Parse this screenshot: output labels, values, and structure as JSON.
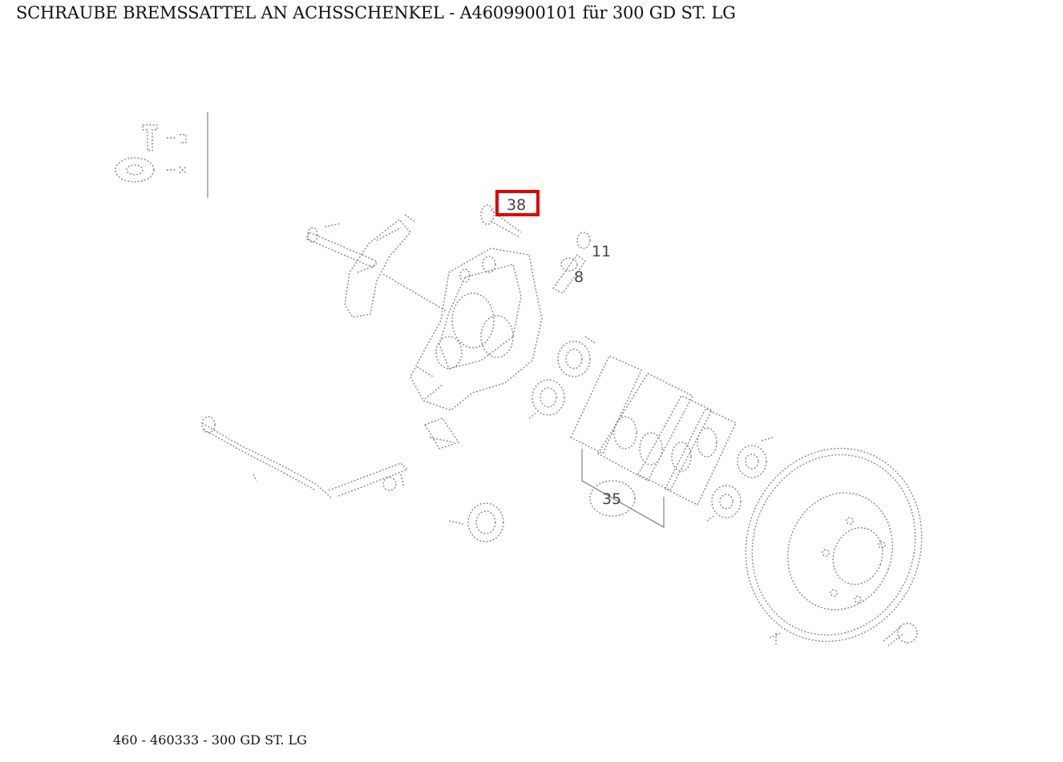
{
  "header": {
    "title": "SCHRAUBE BREMSSATTEL AN ACHSSCHENKEL - A4609900101 für 300 GD ST. LG"
  },
  "footer": {
    "text": "460 - 460333 - 300 GD ST. LG"
  },
  "diagram": {
    "callouts": {
      "part_38": "38",
      "part_11": "11",
      "part_8": "8",
      "part_35": "35"
    },
    "highlighted_part": "38",
    "highlight_color": "#e00000"
  }
}
